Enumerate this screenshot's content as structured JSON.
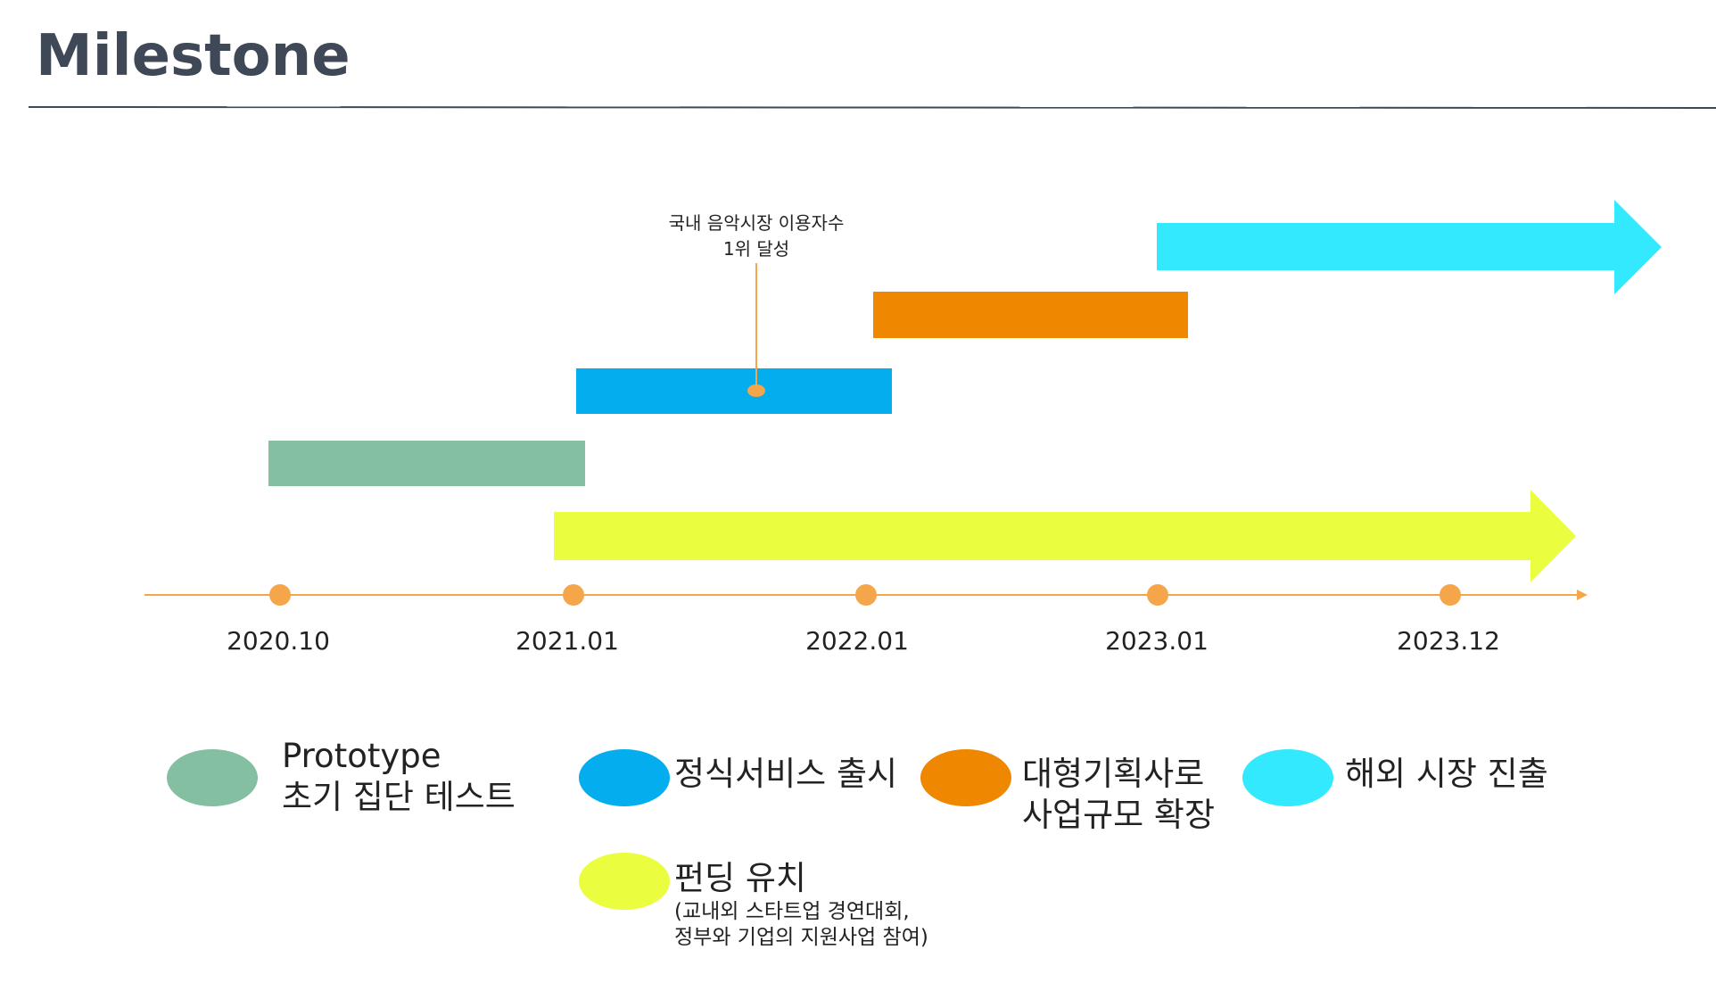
{
  "page": {
    "title": "Milestone"
  },
  "colors": {
    "title": "#3f4856",
    "divider": "#3f4856",
    "axis": "#f5a64a",
    "prototype": "#84bfa2",
    "service_launch": "#03adee",
    "agency_scale": "#ef8700",
    "overseas": "#32e9fd",
    "funding": "#ebfd3f"
  },
  "timeline": {
    "ticks": [
      "2020.10",
      "2021.01",
      "2022.01",
      "2023.01",
      "2023.12"
    ],
    "callout": {
      "line1": "국내 음악시장 이용자수",
      "line2": "1위 달성"
    }
  },
  "legend": {
    "prototype": {
      "line1": "Prototype",
      "line2": "초기 집단 테스트"
    },
    "service_launch": {
      "line1": "정식서비스 출시"
    },
    "agency_scale": {
      "line1": "대형기획사로",
      "line2": "사업규모 확장"
    },
    "overseas": {
      "line1": "해외 시장 진출"
    },
    "funding": {
      "line1": "펀딩 유치",
      "sub1": "(교내외 스타트업 경연대회,",
      "sub2": "정부와 기업의 지원사업 참여)"
    }
  }
}
